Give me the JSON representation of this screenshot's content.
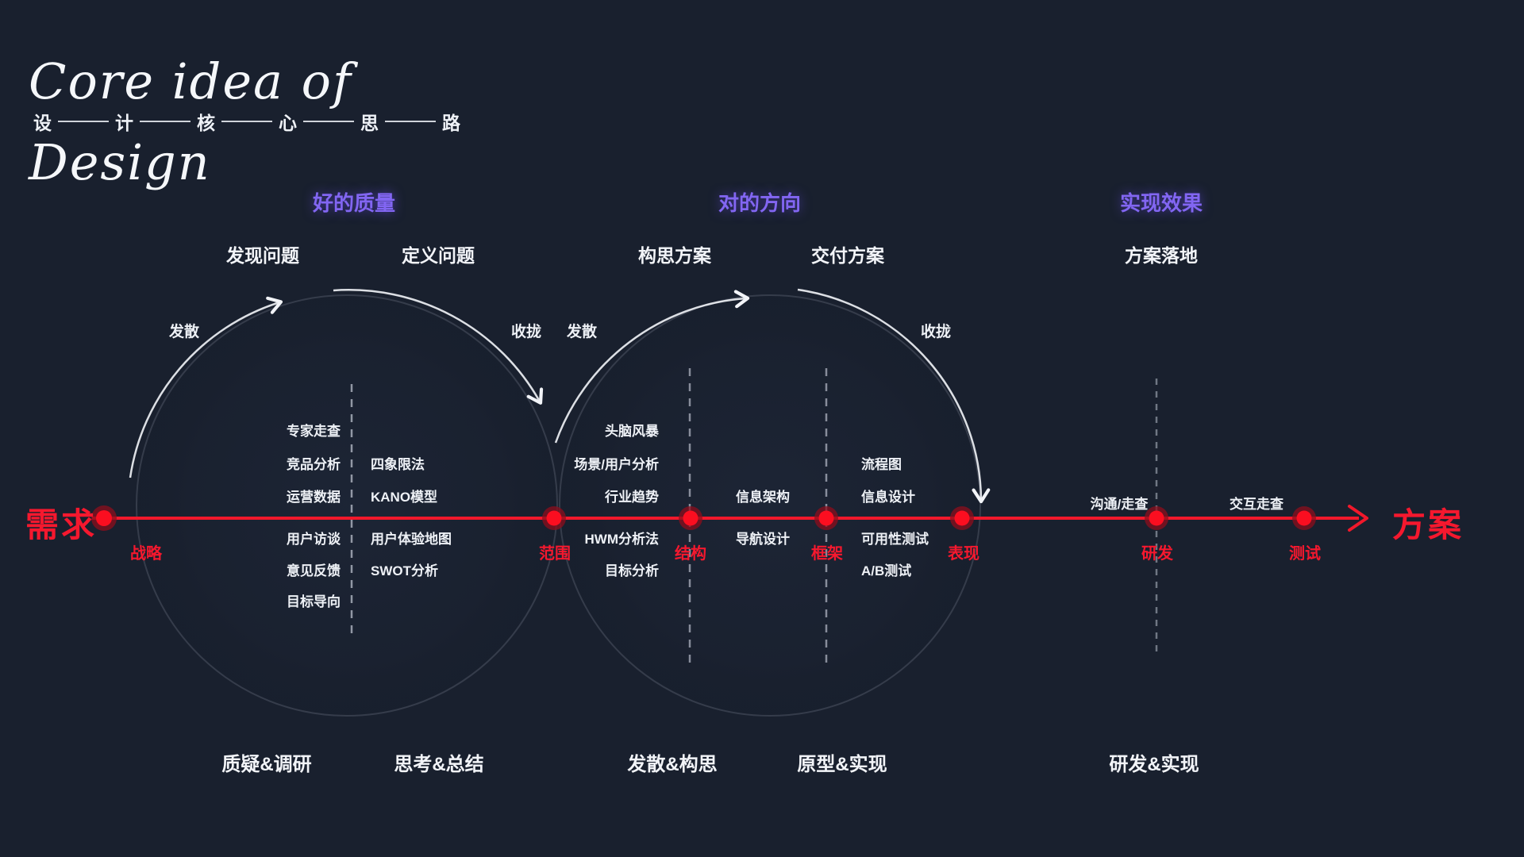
{
  "title": {
    "line1": "Core idea of",
    "line2": "Design"
  },
  "subtitle": {
    "chars": [
      "设",
      "计",
      "核",
      "心",
      "思",
      "路"
    ]
  },
  "sections": [
    "好的质量",
    "对的方向",
    "实现效果"
  ],
  "phases": [
    "发现问题",
    "定义问题",
    "构思方案",
    "交付方案",
    "方案落地"
  ],
  "cycles": [
    {
      "diverge": "发散",
      "converge": "收拢"
    },
    {
      "diverge": "发散",
      "converge": "收拢"
    }
  ],
  "methods": {
    "research": [
      "专家走查",
      "竞品分析",
      "运营数据",
      "用户访谈",
      "意见反馈",
      "目标导向"
    ],
    "summary": [
      "四象限法",
      "KANO模型",
      "用户体验地图",
      "SWOT分析"
    ],
    "ideation": [
      "头脑风暴",
      "场景/用户分析",
      "行业趋势",
      "HWM分析法",
      "目标分析"
    ],
    "information": [
      "信息架构",
      "导航设计"
    ],
    "prototyping": [
      "流程图",
      "信息设计",
      "可用性测试",
      "A/B测试"
    ],
    "handoff": [
      "沟通/走查",
      "交互走查"
    ]
  },
  "timeline": {
    "start_label": "需求",
    "end_label": "方案",
    "stages": [
      "战略",
      "范围",
      "结构",
      "框架",
      "表现",
      "研发",
      "测试"
    ]
  },
  "bottom_labels": [
    "质疑&调研",
    "思考&总结",
    "发散&构思",
    "原型&实现",
    "研发&实现"
  ],
  "colors": {
    "background": "#19202e",
    "accent_red": "#f5182e",
    "accent_purple": "#8266f2",
    "text_white": "#f2f4f8"
  }
}
